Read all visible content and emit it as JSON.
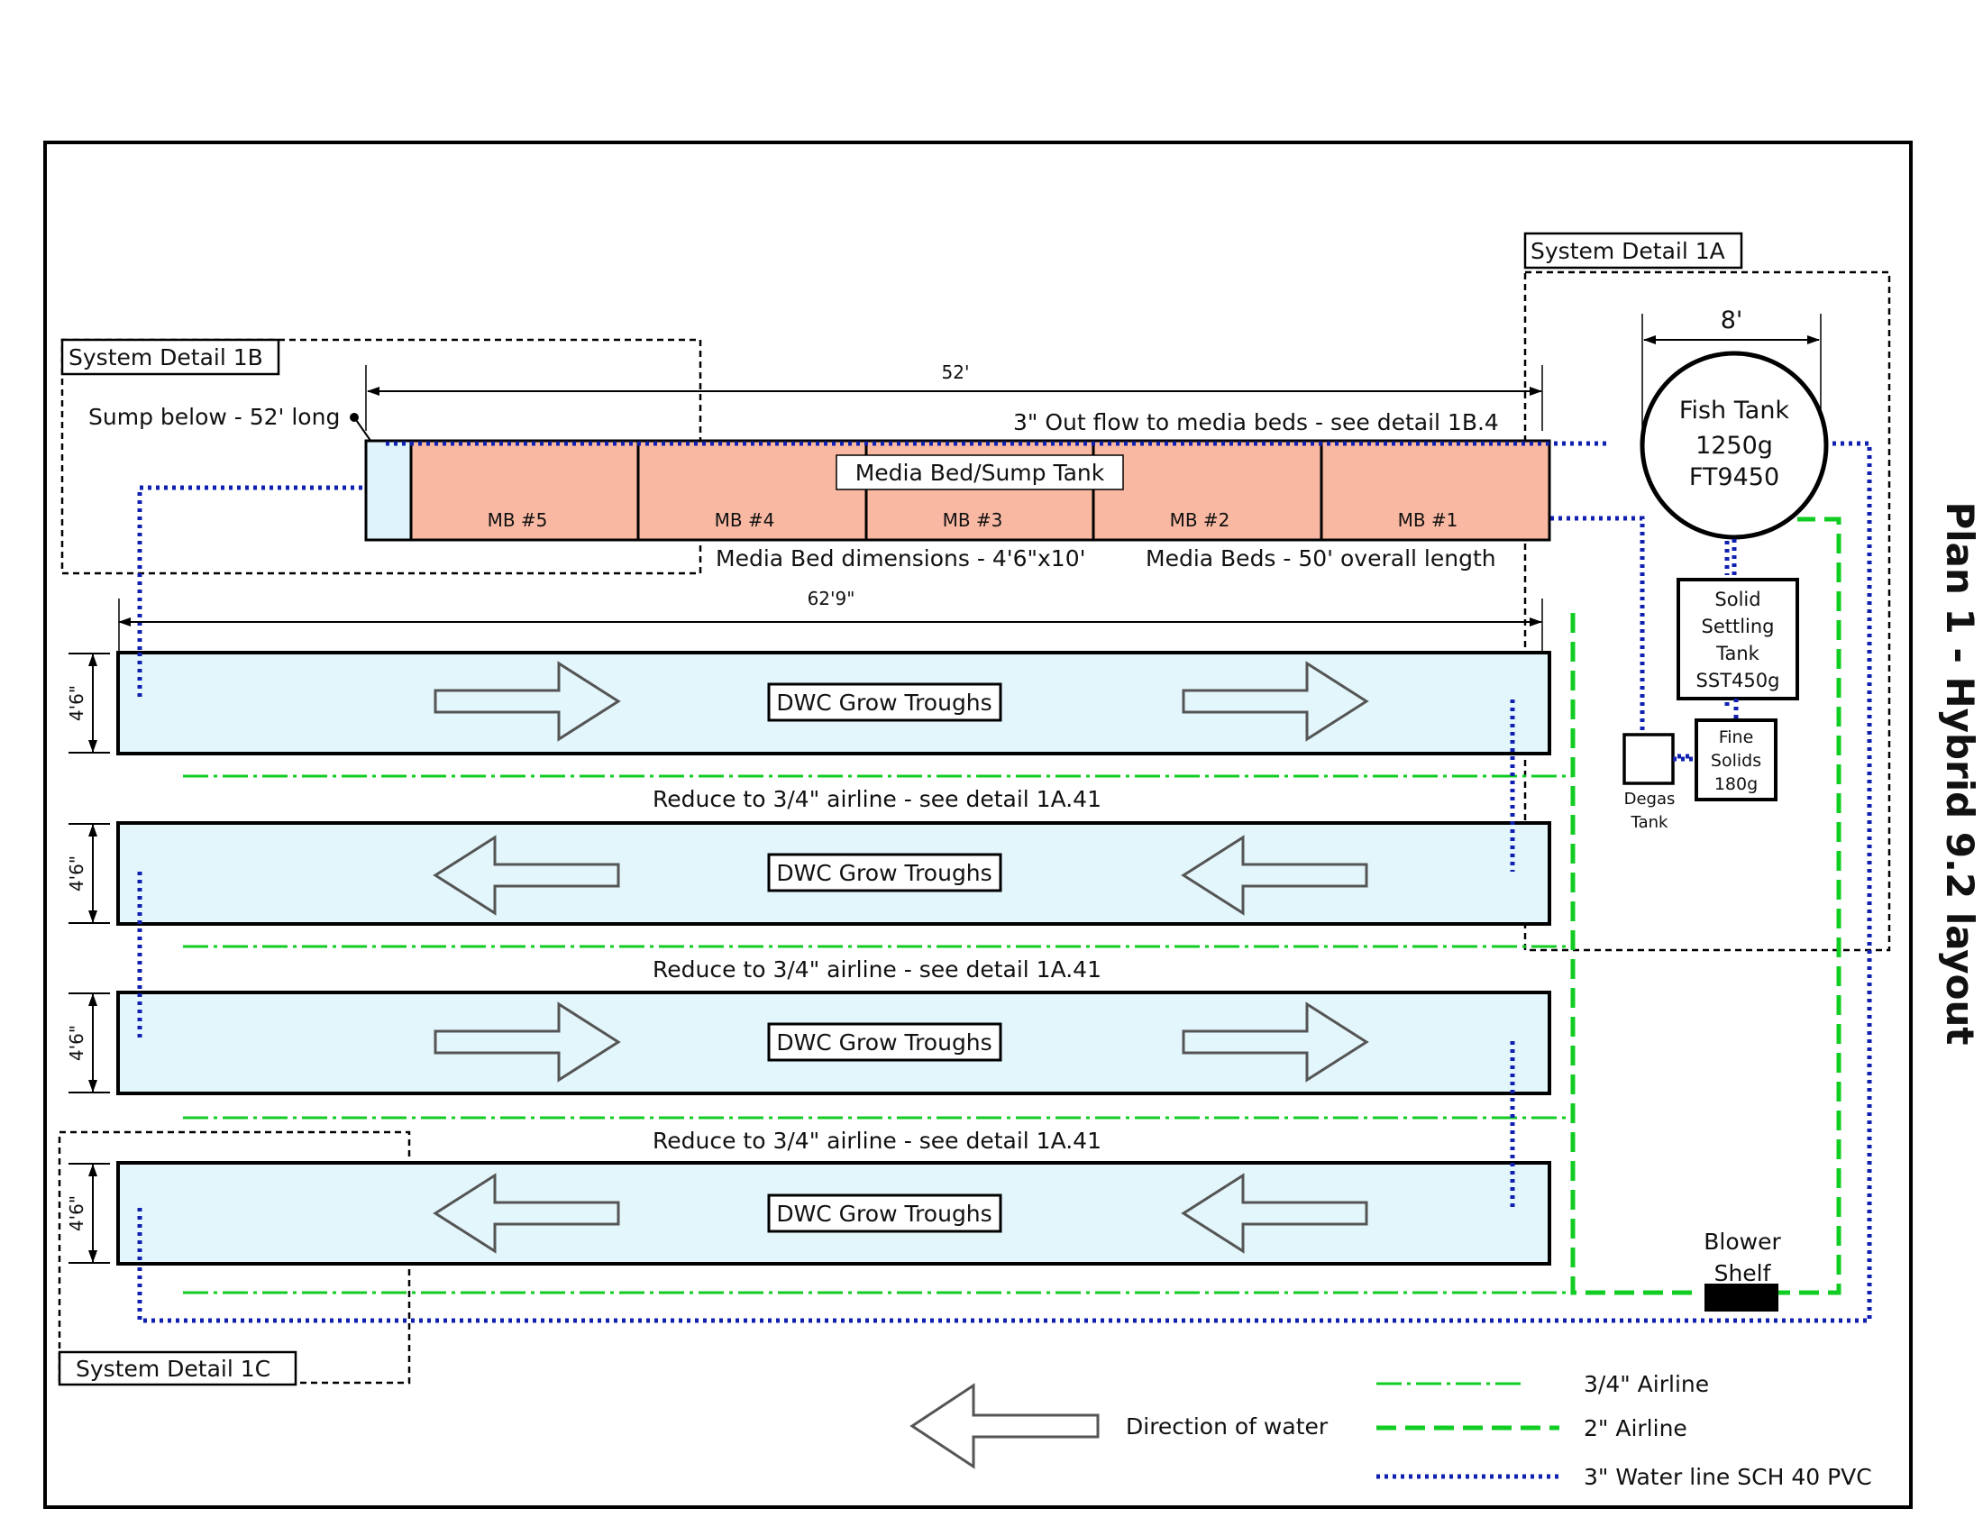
{
  "title": "Plan 1 - Hybrid 9.2 layout",
  "details": {
    "d1a": "System Detail 1A",
    "d1b": "System Detail 1B",
    "d1c": "System Detail 1C"
  },
  "dimensions": {
    "sump_length": "52'",
    "trough_run": "62'9\"",
    "fish_tank_dia": "8'",
    "trough_width": "4'6\""
  },
  "labels": {
    "sump_below": "Sump below  -  52' long",
    "outflow": "3\" Out flow to media beds - see detail 1B.4",
    "media_bed_sump": "Media Bed/Sump Tank",
    "mb_dims": "Media Bed dimensions - 4'6\"x10'",
    "mb_overall": "Media Beds - 50' overall length",
    "reduce": "Reduce to 3/4\" airline - see detail 1A.41",
    "trough": "DWC Grow Troughs",
    "blower_1": "Blower",
    "blower_2": "Shelf"
  },
  "media_beds": [
    "MB #5",
    "MB #4",
    "MB #3",
    "MB #2",
    "MB #1"
  ],
  "fish_tank": [
    "Fish Tank",
    "1250g",
    "FT9450"
  ],
  "settling_tank": [
    "Solid",
    "Settling",
    "Tank",
    "SST450g"
  ],
  "fine_solids": [
    "Fine",
    "Solids",
    "180g"
  ],
  "degas_tank": [
    "Degas",
    "Tank"
  ],
  "legend": {
    "direction": "Direction of water",
    "airline_small": "3/4\" Airline",
    "airline_large": "2\" Airline",
    "water_line": "3\" Water line SCH 40 PVC"
  },
  "colors": {
    "trough_fill": "#e3f6fc",
    "media_fill": "#f8b8a2",
    "sump_fill": "#dff3fb",
    "airline": "#11cc22",
    "water_line": "#1020b0",
    "blower": "#000000"
  }
}
